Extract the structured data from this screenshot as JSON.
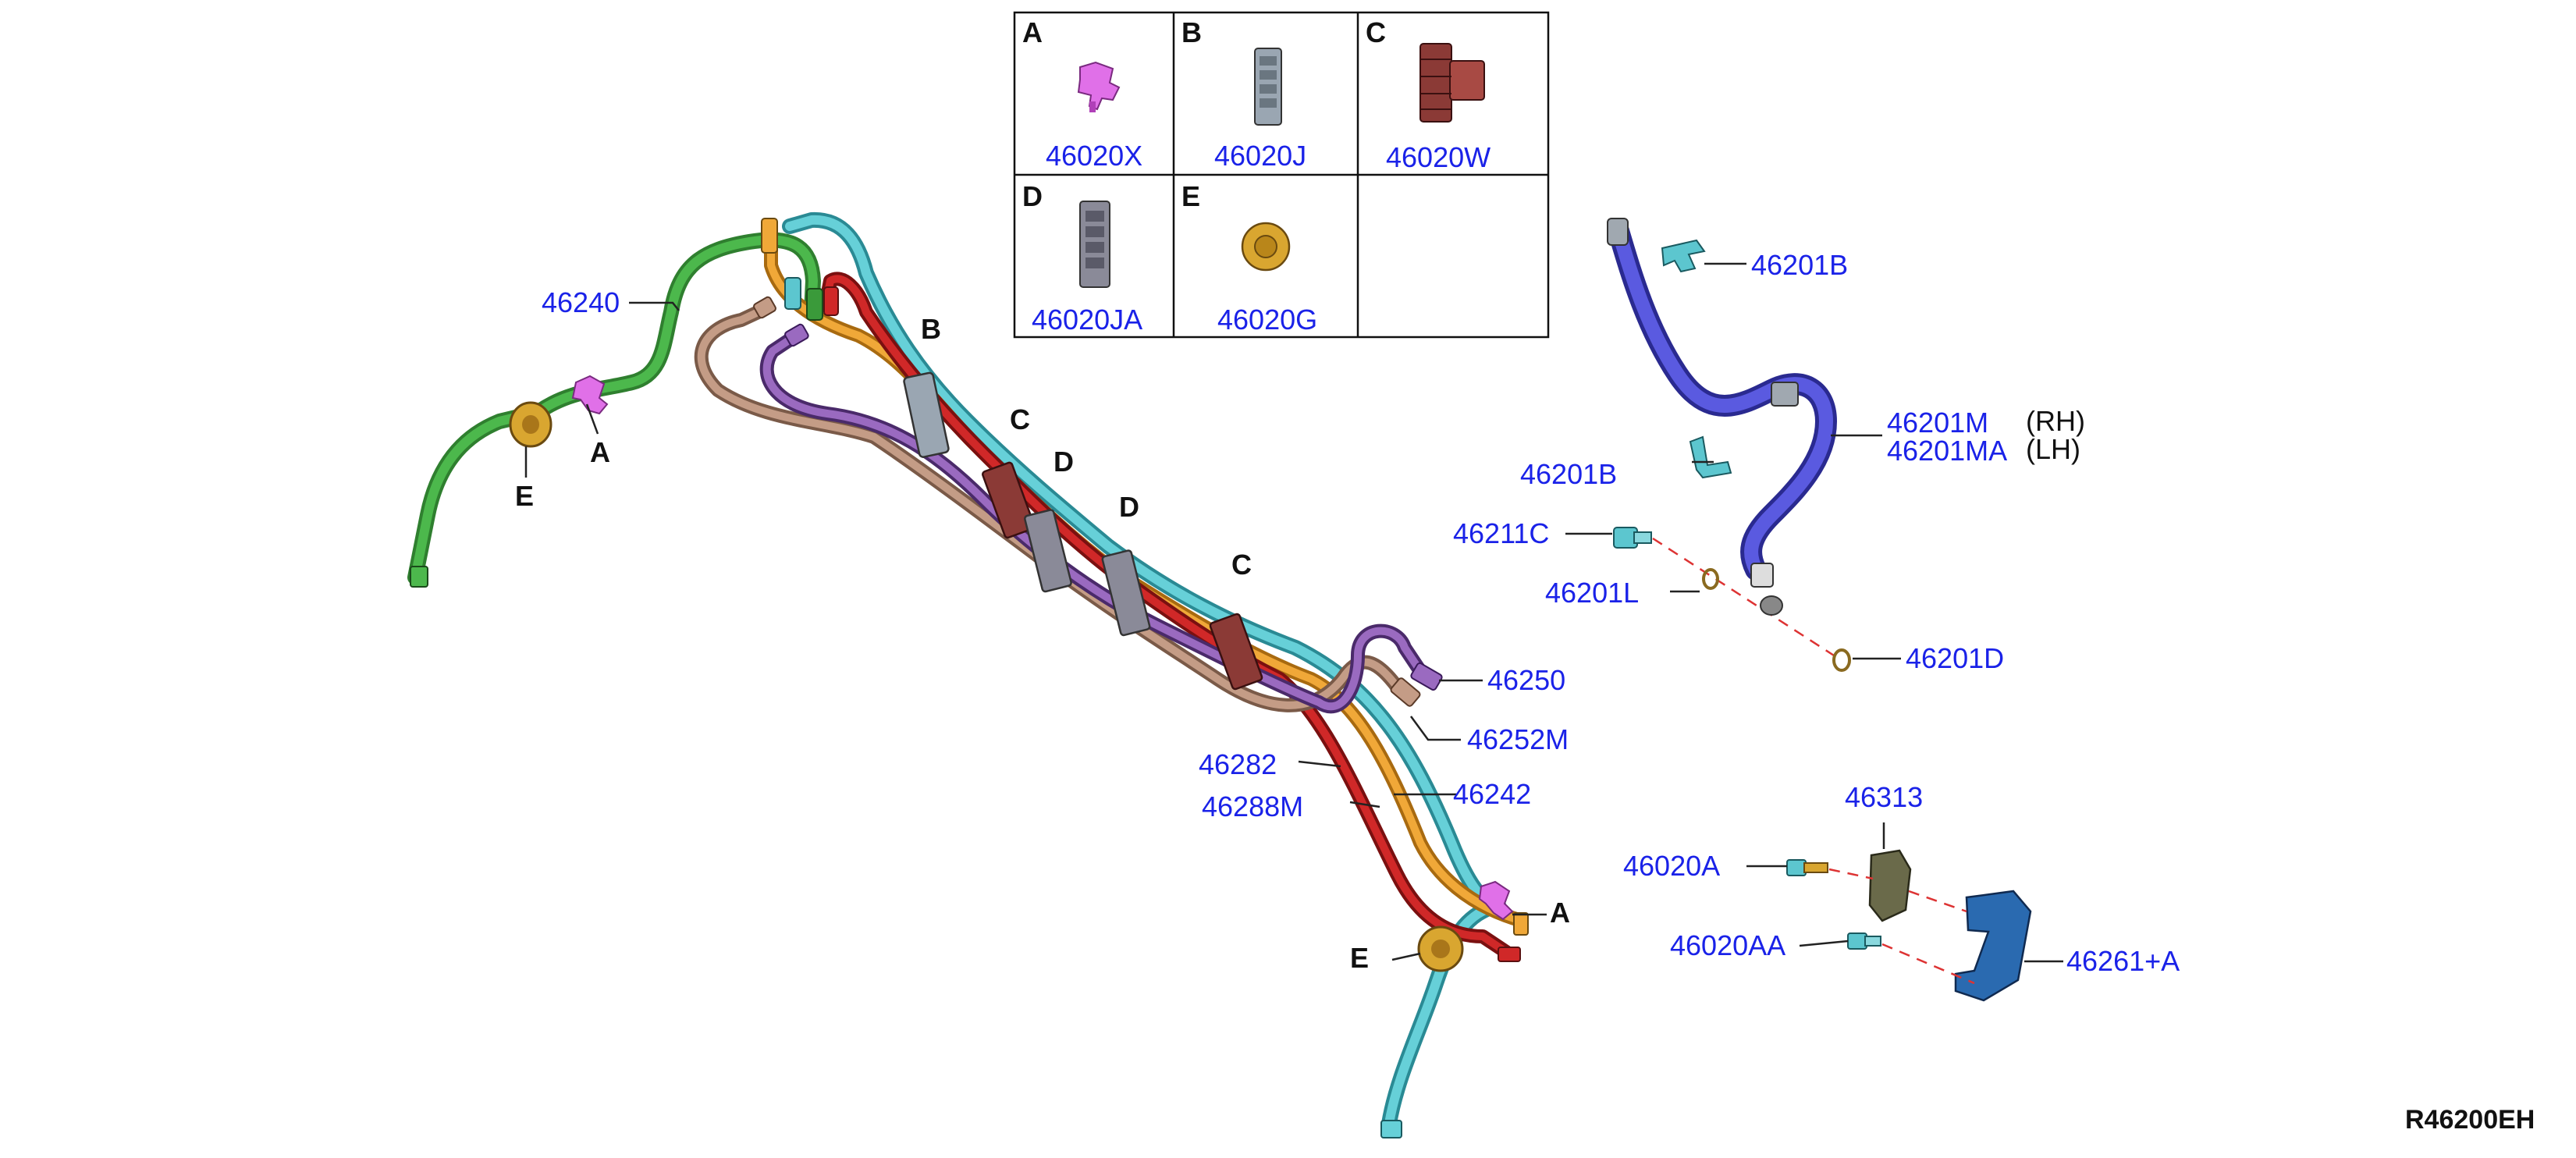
{
  "legend": {
    "cells": [
      {
        "letter": "A",
        "part": "46020X",
        "color": "#e070e8"
      },
      {
        "letter": "B",
        "part": "46020J",
        "color": "#8a9aa8"
      },
      {
        "letter": "C",
        "part": "46020W",
        "color": "#8b3a36"
      },
      {
        "letter": "D",
        "part": "46020JA",
        "color": "#7a7a88"
      },
      {
        "letter": "E",
        "part": "46020G",
        "color": "#d9a630"
      }
    ]
  },
  "callouts": {
    "p46240": "46240",
    "p46250": "46250",
    "p46252M": "46252M",
    "p46282": "46282",
    "p46242": "46242",
    "p46288M": "46288M",
    "p46201B_top": "46201B",
    "p46201B_mid": "46201B",
    "p46201M": "46201M",
    "p46201MA": "46201MA",
    "rh": "(RH)",
    "lh": "(LH)",
    "p46211C": "46211C",
    "p46201C_partial": "46201L",
    "p46201D": "46201D",
    "p46313": "46313",
    "p46020A": "46020A",
    "p46020AA": "46020AA",
    "p46261A": "46261+A"
  },
  "letters": {
    "E_left": "E",
    "A_left": "A",
    "B_mid": "B",
    "C_mid": "C",
    "D_mid1": "D",
    "D_mid2": "D",
    "C_lower": "C",
    "A_right": "A",
    "E_right": "E"
  },
  "diagram_code": "R46200EH",
  "colors": {
    "label_blue": "#1a22e8",
    "green": "#3a9a3a",
    "cyan": "#5cc6cf",
    "orange": "#f0a030",
    "red": "#c8282a",
    "brown": "#b98c72",
    "purple": "#7a4ca0",
    "navy_hose": "#4a4ad0"
  }
}
